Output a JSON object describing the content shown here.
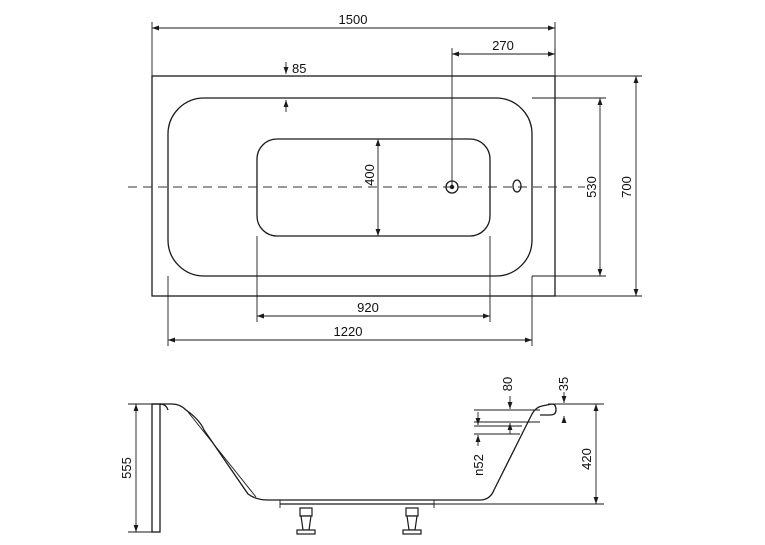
{
  "plan_view": {
    "dims": {
      "overall_length": "1500",
      "overall_width": "700",
      "drain_offset": "270",
      "rim_offset": "85",
      "inner_width": "530",
      "bottom_width": "400",
      "bottom_length": "920",
      "inner_length": "1220"
    }
  },
  "side_view": {
    "dims": {
      "total_height": "555",
      "tub_height": "420",
      "overflow_offset": "80",
      "rim_thickness": "35",
      "overflow_diameter": "n52"
    }
  }
}
